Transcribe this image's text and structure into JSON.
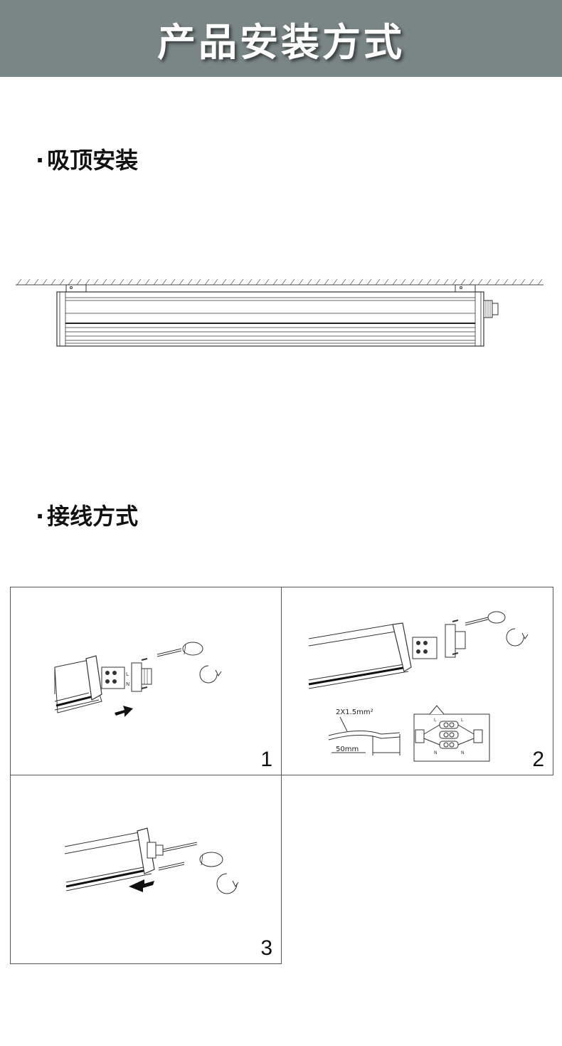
{
  "header": {
    "title": "产品安装方式"
  },
  "sections": {
    "ceiling": {
      "bullet": "·",
      "title": "吸顶安装"
    },
    "wiring": {
      "bullet": "·",
      "title": "接线方式"
    }
  },
  "steps": [
    {
      "number": "1"
    },
    {
      "number": "2",
      "cable_label": "2X1.5mm²",
      "strip_label": "50mm",
      "terminal_labels": [
        "L",
        "L",
        "N",
        "N"
      ]
    },
    {
      "number": "3"
    }
  ],
  "colors": {
    "header_bg": "#7a8585",
    "line": "#333333"
  }
}
